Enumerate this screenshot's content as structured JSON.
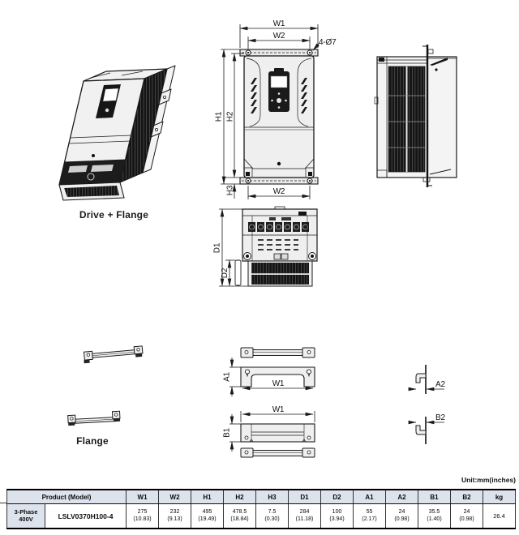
{
  "captions": {
    "drive_flange": "Drive + Flange",
    "flange": "Flange"
  },
  "unit_note": "Unit:mm(inches)",
  "callouts": {
    "holes": "4-Ø7"
  },
  "dims": {
    "w1": "W1",
    "w2": "W2",
    "h1": "H1",
    "h2": "H2",
    "h3": "H3",
    "d1": "D1",
    "d2": "D2",
    "a1": "A1",
    "a2": "A2",
    "b1": "B1",
    "b2": "B2"
  },
  "table": {
    "product_header": "Product (Model)",
    "columns": [
      "W1",
      "W2",
      "H1",
      "H2",
      "H3",
      "D1",
      "D2",
      "A1",
      "A2",
      "B1",
      "B2",
      "kg"
    ],
    "row": {
      "phase_line1": "3-Phase",
      "phase_line2": "400V",
      "model": "LSLV0370H100-4",
      "values": [
        {
          "mm": "275",
          "in": "(10.83)"
        },
        {
          "mm": "232",
          "in": "(9.13)"
        },
        {
          "mm": "495",
          "in": "(19.49)"
        },
        {
          "mm": "478.5",
          "in": "(18.84)"
        },
        {
          "mm": "7.5",
          "in": "(0.30)"
        },
        {
          "mm": "284",
          "in": "(11.18)"
        },
        {
          "mm": "100",
          "in": "(3.94)"
        },
        {
          "mm": "55",
          "in": "(2.17)"
        },
        {
          "mm": "24",
          "in": "(0.98)"
        },
        {
          "mm": "35.5",
          "in": "(1.40)"
        },
        {
          "mm": "24",
          "in": "(0.98)"
        }
      ],
      "weight_kg": "26.4"
    }
  },
  "colors": {
    "line": "#1a1a1a",
    "fill_light": "#efefef",
    "fill_dark": "#141414",
    "table_header_bg": "#dce3ed"
  }
}
